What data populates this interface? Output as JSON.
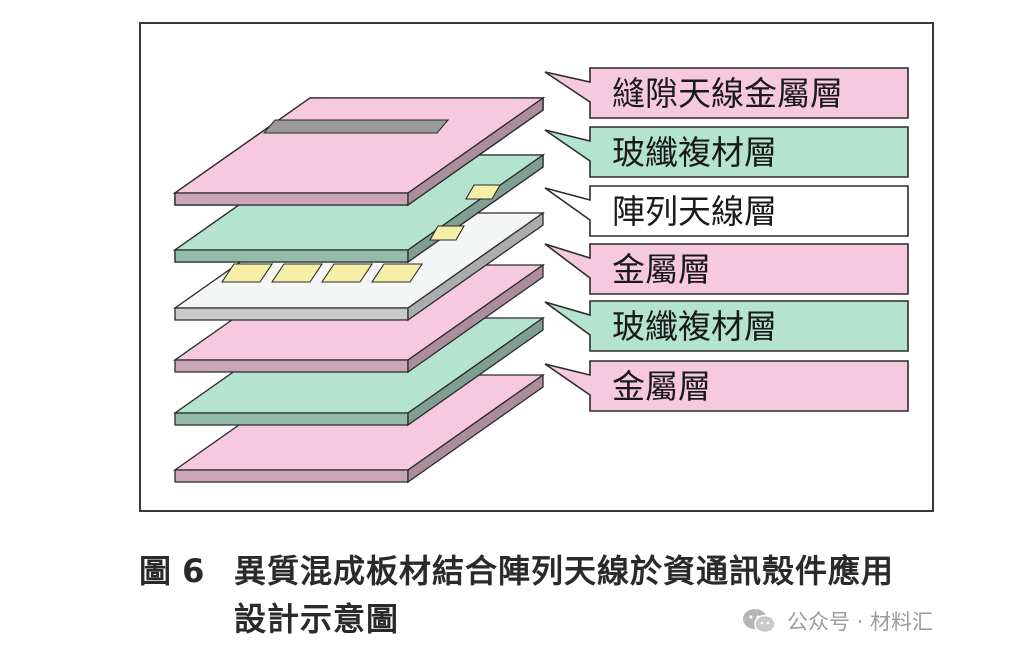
{
  "diagram": {
    "layers": [
      {
        "name": "slot-antenna-metal-layer",
        "fill": "#f6c9de",
        "edge": "#d8a3bd",
        "label": "縫隙天線金屬層"
      },
      {
        "name": "glass-fiber-composite-layer",
        "fill": "#b4e3cf",
        "edge": "#82c0a7",
        "label": "玻纖複材層"
      },
      {
        "name": "array-antenna-layer",
        "fill": "#f4f6f6",
        "edge": "#b9bebe",
        "label": "陣列天線層"
      },
      {
        "name": "metal-layer",
        "fill": "#f6c9de",
        "edge": "#d8a3bd",
        "label": "金屬層"
      },
      {
        "name": "glass-fiber-composite-layer",
        "fill": "#b4e3cf",
        "edge": "#82c0a7",
        "label": "玻纖複材層"
      },
      {
        "name": "metal-layer",
        "fill": "#f6c9de",
        "edge": "#d8a3bd",
        "label": "金屬層"
      }
    ],
    "bottom_plate_fill": "#f6c9de",
    "slot_color": "#9a9a9a",
    "patch_color": "#f5efa8",
    "outline_color": "#2b2b2b"
  },
  "caption": {
    "figure_number": "圖 6",
    "line1": "異質混成板材結合陣列天線於資通訊殼件應用",
    "line2": "設計示意圖"
  },
  "watermark": {
    "icon": "wechat-icon",
    "text": "公众号 · 材料汇"
  }
}
